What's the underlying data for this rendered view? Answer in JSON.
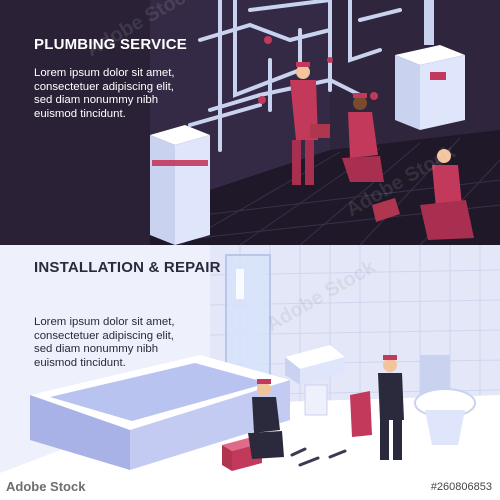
{
  "top_banner": {
    "title": "PLUMBING SERVICE",
    "body": "Lorem ipsum dolor sit amet, consectetuer adipiscing elit, sed diam nonummy nibh euismod tincidunt."
  },
  "bottom_banner": {
    "title": "INSTALLATION & REPAIR",
    "body": "Lorem ipsum dolor sit amet, consectetuer adipiscing elit, sed diam nonummy nibh euismod tincidunt."
  },
  "stock": {
    "logo": "Adobe Stock",
    "id": "#260806853",
    "watermark": "Adobe Stock"
  },
  "colors": {
    "top_background": "#2a2136",
    "bottom_background": "#eef0fb",
    "uniform": "#c2395c",
    "pipe": "#c9d3f0",
    "appliance": "#dfe5fb"
  }
}
